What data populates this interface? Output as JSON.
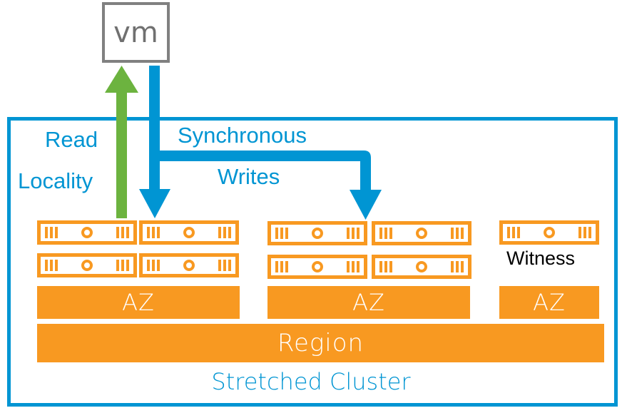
{
  "diagram": {
    "vm_label": "vm",
    "read_label_line1": "Read",
    "read_label_line2": "Locality",
    "sync_label_line1": "Synchronous",
    "sync_label_line2": "Writes",
    "witness_label": "Witness",
    "az_labels": [
      "AZ",
      "AZ",
      "AZ"
    ],
    "region_label": "Region",
    "cluster_label": "Stretched Cluster",
    "colors": {
      "orange": "#f89921",
      "blue": "#0095d3",
      "green": "#6cb33f",
      "gray": "#808080"
    },
    "server_icon": "server-rack-icon"
  }
}
